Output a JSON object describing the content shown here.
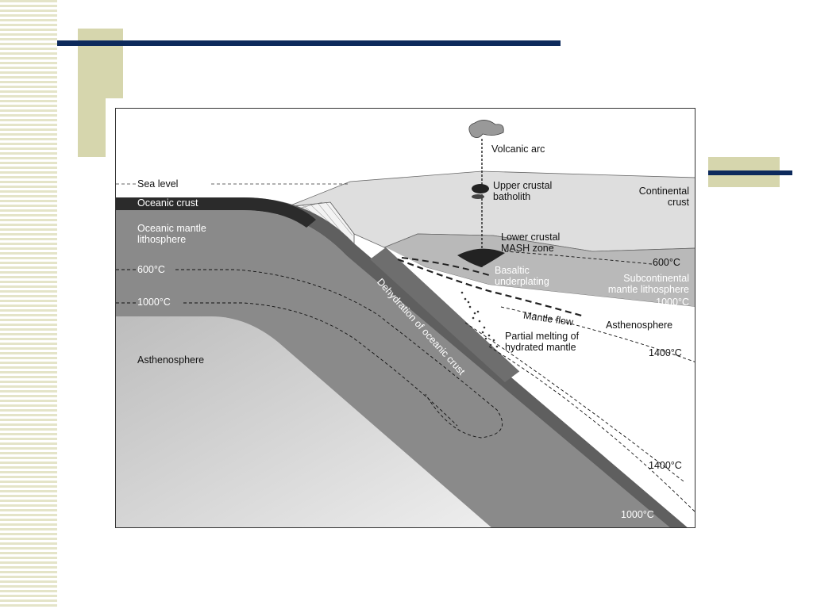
{
  "slide": {
    "accent_color": "#0d2a5c",
    "square_color": "#d6d6ad",
    "stripe_color": "#e4e4c8"
  },
  "diagram": {
    "labels": {
      "sea_level": "Sea level",
      "oceanic_crust": "Oceanic crust",
      "oceanic_mantle_lithosphere": "Oceanic mantle\nlithosphere",
      "isotherm_600_left": "600°C",
      "isotherm_1000_left": "1000°C",
      "asthenosphere_left": "Asthenosphere",
      "volcanic_arc": "Volcanic arc",
      "upper_crustal_batholith": "Upper crustal\nbatholith",
      "continental_crust": "Continental\ncrust",
      "lower_crustal_mash": "Lower crustal\nMASH zone",
      "isotherm_600_right": "600°C",
      "basaltic_underplating": "Basaltic\nunderplating",
      "subcontinental_mantle": "Subcontinental\nmantle lithosphere",
      "isotherm_1000_right": "1000°C",
      "mantle_flow": "Mantle flow",
      "asthenosphere_right": "Asthenosphere",
      "partial_melting": "Partial melting of\nhydrated mantle",
      "isotherm_1400_upper": "1400°C",
      "dehydration": "Dehydration of oceanic crust",
      "isotherm_1400_lower": "1400°C",
      "isotherm_1000_bottom": "1000°C"
    }
  }
}
